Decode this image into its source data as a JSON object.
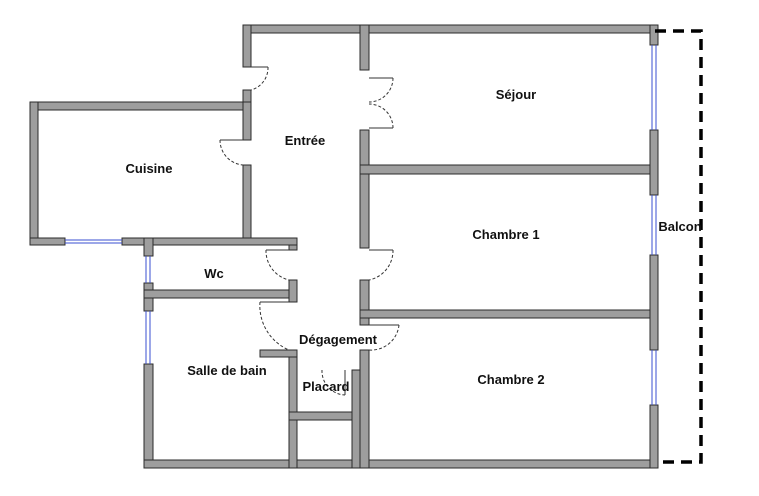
{
  "rooms": {
    "sejour": "Séjour",
    "entree": "Entrée",
    "cuisine": "Cuisine",
    "chambre1": "Chambre 1",
    "balcon": "Balcon",
    "wc": "Wc",
    "degagement": "Dégagement",
    "salle_de_bain": "Salle de bain",
    "placard": "Placard",
    "chambre2": "Chambre 2"
  },
  "colors": {
    "wall_fill": "#9e9e9e",
    "wall_stroke": "#2b2b2b",
    "window": "#3a4fd0",
    "balcony_outline": "#000000",
    "door": "#333333"
  }
}
